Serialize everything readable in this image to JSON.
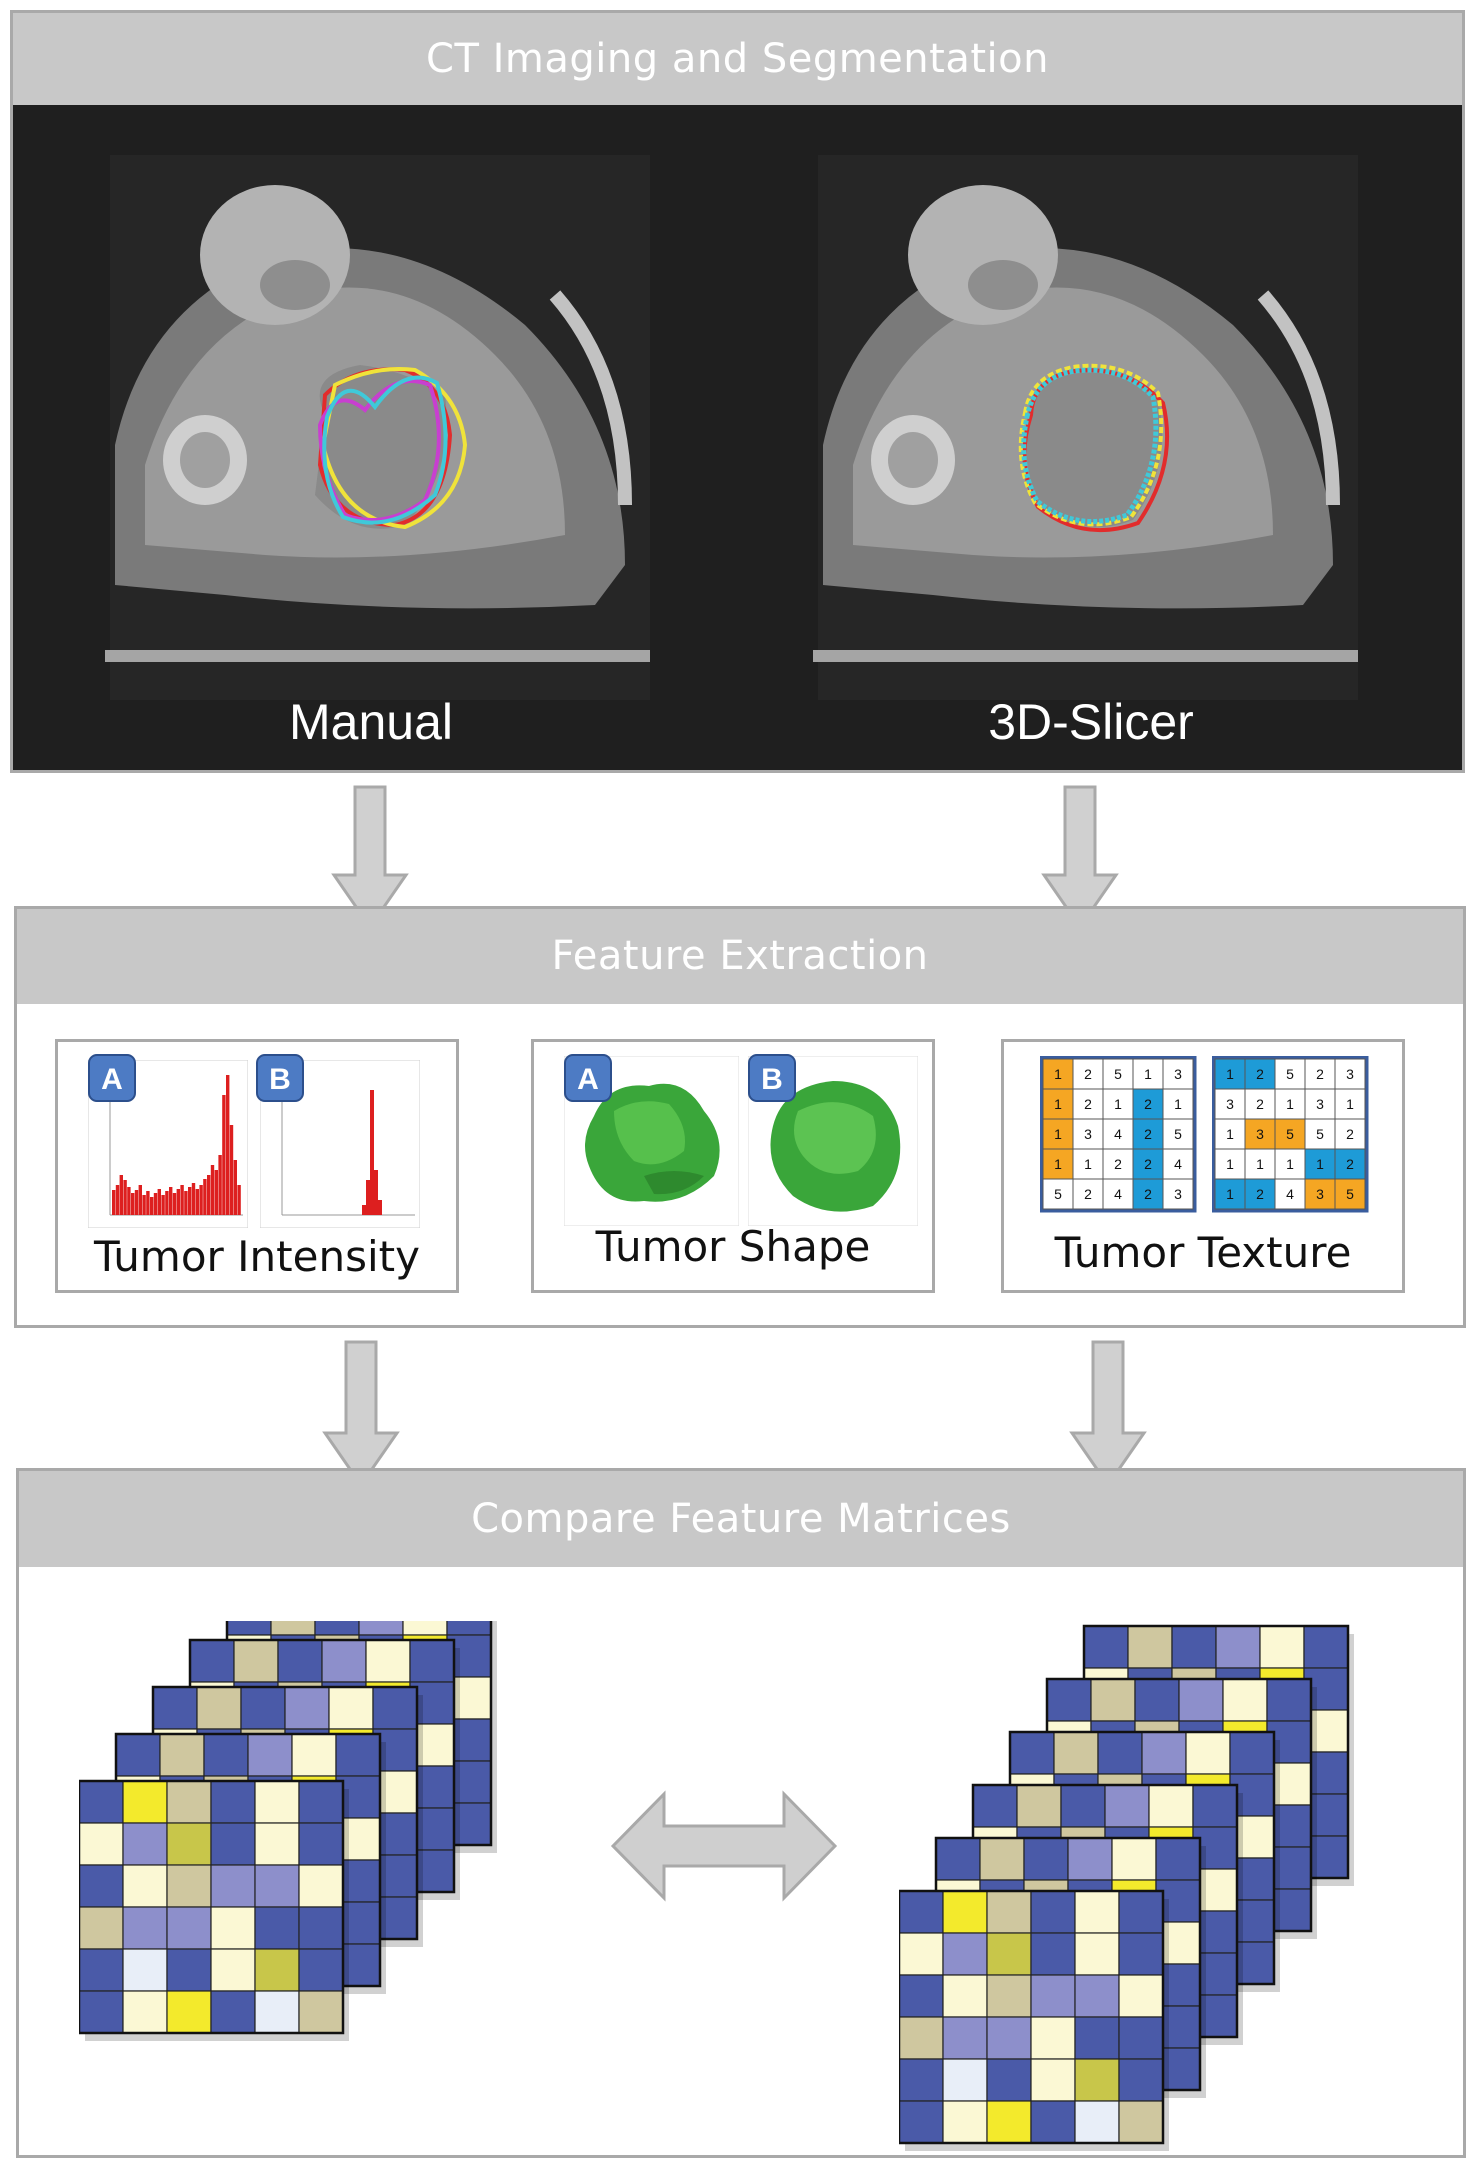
{
  "sections": {
    "ct": {
      "title": "CT Imaging and Segmentation",
      "left_label": "Manual",
      "right_label": "3D-Slicer"
    },
    "features": {
      "title": "Feature Extraction",
      "items": [
        {
          "label": "Tumor Intensity",
          "badges": [
            "A",
            "B"
          ]
        },
        {
          "label": "Tumor Shape",
          "badges": [
            "A",
            "B"
          ]
        },
        {
          "label": "Tumor Texture"
        }
      ]
    },
    "compare": {
      "title": "Compare Feature Matrices"
    }
  },
  "colors": {
    "header_bg": "#c8c8c8",
    "border": "#a9a9a9",
    "hist_red": "#dd1f1f",
    "shape_green": "#3aa63a",
    "badge_blue": "#4d7bc4",
    "texture_orange": "#f5a623",
    "texture_blue": "#1e9bd7",
    "matrix_colors": [
      "#4a5aa8",
      "#f3ea2c",
      "#cfc79f",
      "#8d8fcb",
      "#fbf8d4",
      "#e8eef8",
      "#c8c64a"
    ]
  },
  "texture_tables": [
    {
      "cells": [
        [
          1,
          2,
          5,
          1,
          3
        ],
        [
          1,
          2,
          1,
          2,
          1
        ],
        [
          1,
          3,
          4,
          2,
          5
        ],
        [
          1,
          1,
          2,
          2,
          4
        ],
        [
          5,
          2,
          4,
          2,
          3
        ]
      ],
      "highlight": [
        [
          "o",
          "",
          "",
          "",
          ""
        ],
        [
          "o",
          "",
          "",
          "b",
          ""
        ],
        [
          "o",
          "",
          "",
          "b",
          ""
        ],
        [
          "o",
          "",
          "",
          "b",
          ""
        ],
        [
          "",
          "",
          "",
          "b",
          ""
        ]
      ]
    },
    {
      "cells": [
        [
          1,
          2,
          5,
          2,
          3
        ],
        [
          3,
          2,
          1,
          3,
          1
        ],
        [
          1,
          3,
          5,
          5,
          2
        ],
        [
          1,
          1,
          1,
          1,
          2
        ],
        [
          1,
          2,
          4,
          3,
          5
        ]
      ],
      "highlight": [
        [
          "b",
          "b",
          "",
          "",
          ""
        ],
        [
          "",
          "",
          "",
          "",
          ""
        ],
        [
          "",
          "o",
          "o",
          "",
          ""
        ],
        [
          "",
          "",
          "",
          "b",
          "b"
        ],
        [
          "b",
          "b",
          "",
          "o",
          "o"
        ]
      ]
    }
  ]
}
